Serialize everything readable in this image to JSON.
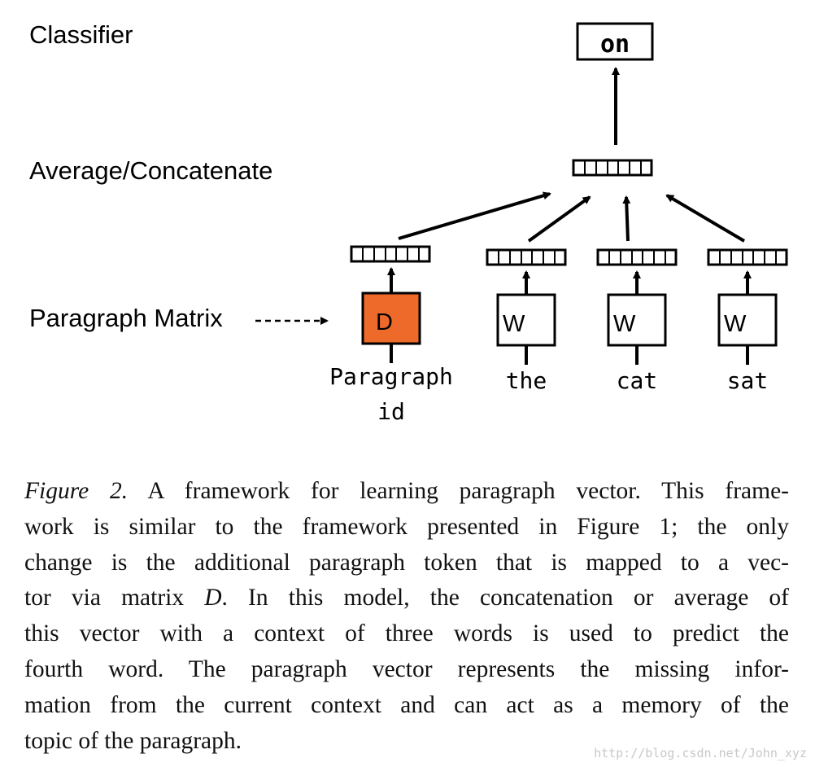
{
  "diagram": {
    "labels": {
      "classifier": "Classifier",
      "average": "Average/Concatenate",
      "paragraph_matrix": "Paragraph Matrix"
    },
    "output_word": "on",
    "paragraph_box": "D",
    "word_box": "W",
    "inputs": {
      "paragraph_line1": "Paragraph",
      "paragraph_line2": "id",
      "word1": "the",
      "word2": "cat",
      "word3": "sat"
    },
    "colors": {
      "paragraph_box": "#ee6a2a",
      "stroke": "#000000"
    }
  },
  "caption": {
    "figure_label": "Figure 2.",
    "lines": [
      " A framework for learning paragraph vector. This frame-",
      "work is similar to the framework presented in Figure 1; the only",
      "change is the additional paragraph token that is mapped to a vec-",
      "tor via matrix ",
      "D",
      ". In this model, the concatenation or average of",
      "this vector with a context of three words is used to predict the",
      "fourth word. The paragraph vector represents the missing infor-",
      "mation from the current context and can act as a memory of the",
      "topic of the paragraph."
    ]
  },
  "watermark": "http://blog.csdn.net/John_xyz"
}
